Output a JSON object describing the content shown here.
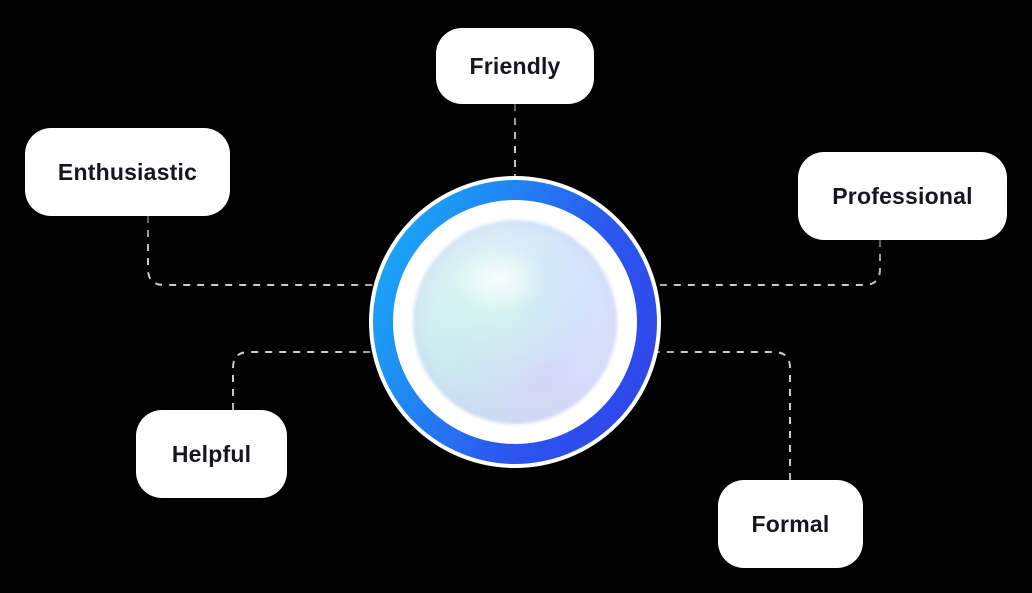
{
  "diagram": {
    "title": "assistant-tone-options",
    "center": {
      "name": "ai-orb"
    },
    "nodes": [
      {
        "id": "friendly",
        "label": "Friendly"
      },
      {
        "id": "enthusiastic",
        "label": "Enthusiastic"
      },
      {
        "id": "professional",
        "label": "Professional"
      },
      {
        "id": "helpful",
        "label": "Helpful"
      },
      {
        "id": "formal",
        "label": "Formal"
      }
    ],
    "colors": {
      "background": "#000000",
      "card_bg": "#ffffff",
      "card_text": "#15171c",
      "connector": "#c9cdd1",
      "ring_gradient_start": "#18b2f6",
      "ring_gradient_end": "#3140e8"
    }
  }
}
